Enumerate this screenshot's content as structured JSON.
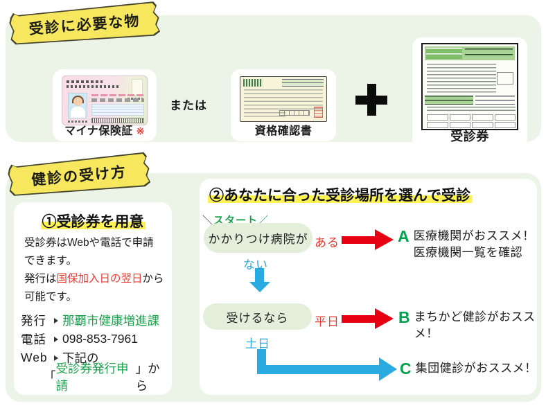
{
  "colors": {
    "panel_green": "#ecf4e8",
    "tape_yellow": "#f6e75e",
    "highlight_yellow": "#fcf254",
    "pill_green": "#e4efdb",
    "red": "#e8382f",
    "arrow_red": "#e60012",
    "blue": "#29abe2",
    "green_text": "#1fa24e"
  },
  "section1": {
    "banner": "受診に必要な物",
    "or_text": "または",
    "items": [
      {
        "label": "マイナ保険証",
        "note": "※"
      },
      {
        "label": "資格確認書"
      },
      {
        "label": "受診券"
      }
    ]
  },
  "section2": {
    "banner": "健診の受け方",
    "left": {
      "heading": "①受診券を用意",
      "body_line1": "受診券はWebや電話で申請",
      "body_line2": "できます。",
      "body_line3_pre": "発行は",
      "body_line3_red": "国保加入日の翌日",
      "body_line3_post": "から",
      "body_line4": "可能です。",
      "contacts": [
        {
          "label": "発行",
          "value": "那覇市健康増進課"
        },
        {
          "label": "電話",
          "value": "098-853-7961"
        },
        {
          "label": "Web",
          "value": "下記の"
        }
      ],
      "web_line_pre": "「",
      "web_line_link": "受診券発行申請",
      "web_line_post": "」から"
    },
    "right": {
      "heading": "②あなたに合った受診場所を選んで受診",
      "slash_left": "＼",
      "start_label": "スタート",
      "slash_right": "／",
      "node1": "かかりつけ病院が",
      "branch_yes": "ある",
      "branch_no": "ない",
      "node2": "受けるなら",
      "branch_weekday": "平日",
      "branch_weekend": "土日",
      "results": [
        {
          "letter": "A",
          "line1": "医療機関がおススメ！",
          "line2": "医療機関一覧を確認"
        },
        {
          "letter": "B",
          "line1": "まちかど健診がおススメ！"
        },
        {
          "letter": "C",
          "line1": "集団健診がおススメ！"
        }
      ]
    }
  }
}
